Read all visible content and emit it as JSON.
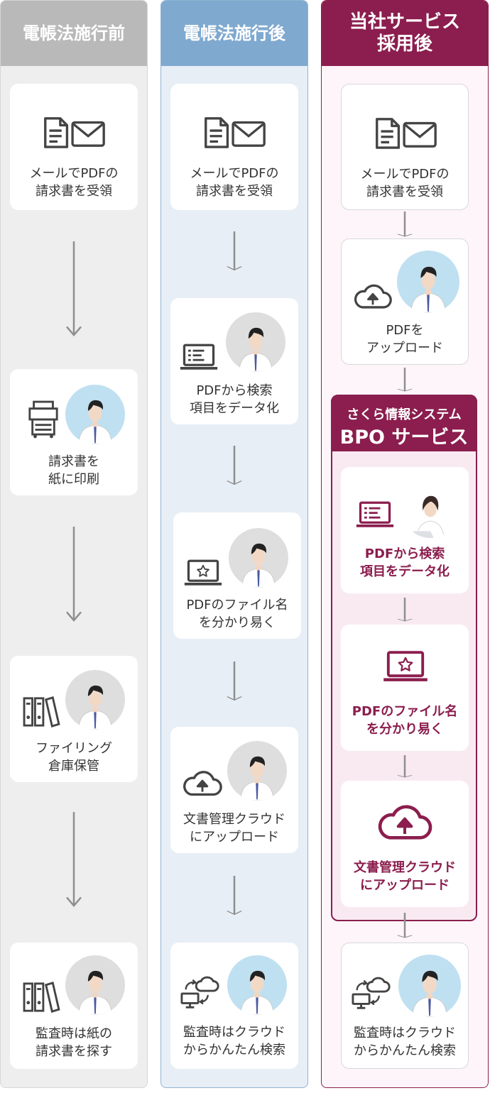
{
  "columns": {
    "before": {
      "title": "電帳法施行前",
      "steps": [
        "メールでPDFの\n請求書を受領",
        "請求書を\n紙に印刷",
        "ファイリング\n倉庫保管",
        "監査時は紙の\n請求書を探す"
      ]
    },
    "after": {
      "title": "電帳法施行後",
      "steps": [
        "メールでPDFの\n請求書を受領",
        "PDFから検索\n項目をデータ化",
        "PDFのファイル名\nを分かり易く",
        "文書管理クラウド\nにアップロード",
        "監査時はクラウド\nからかんたん検索"
      ]
    },
    "ours": {
      "title": "当社サービス\n採用後",
      "steps": [
        "メールでPDFの\n請求書を受領",
        "PDFを\nアップロード"
      ],
      "bpo": {
        "subtitle": "さくら情報システム",
        "title": "BPO サービス",
        "steps": [
          "PDFから検索\n項目をデータ化",
          "PDFのファイル名\nを分かり易く",
          "文書管理クラウド\nにアップロード"
        ]
      },
      "final_step": "監査時はクラウド\nからかんたん検索"
    }
  },
  "colors": {
    "before_header": "#b9b9b9",
    "after_header": "#7fa9cf",
    "ours_header": "#8b1e4e",
    "accent": "#8b1e4e"
  },
  "icons": [
    "document-mail-icon",
    "copier-icon",
    "binders-icon",
    "laptop-list-icon",
    "laptop-star-icon",
    "cloud-upload-icon",
    "cloud-sync-icon",
    "businessman-avatar",
    "worried-businessman-avatar",
    "confident-businessman-avatar",
    "operator-woman-avatar"
  ]
}
